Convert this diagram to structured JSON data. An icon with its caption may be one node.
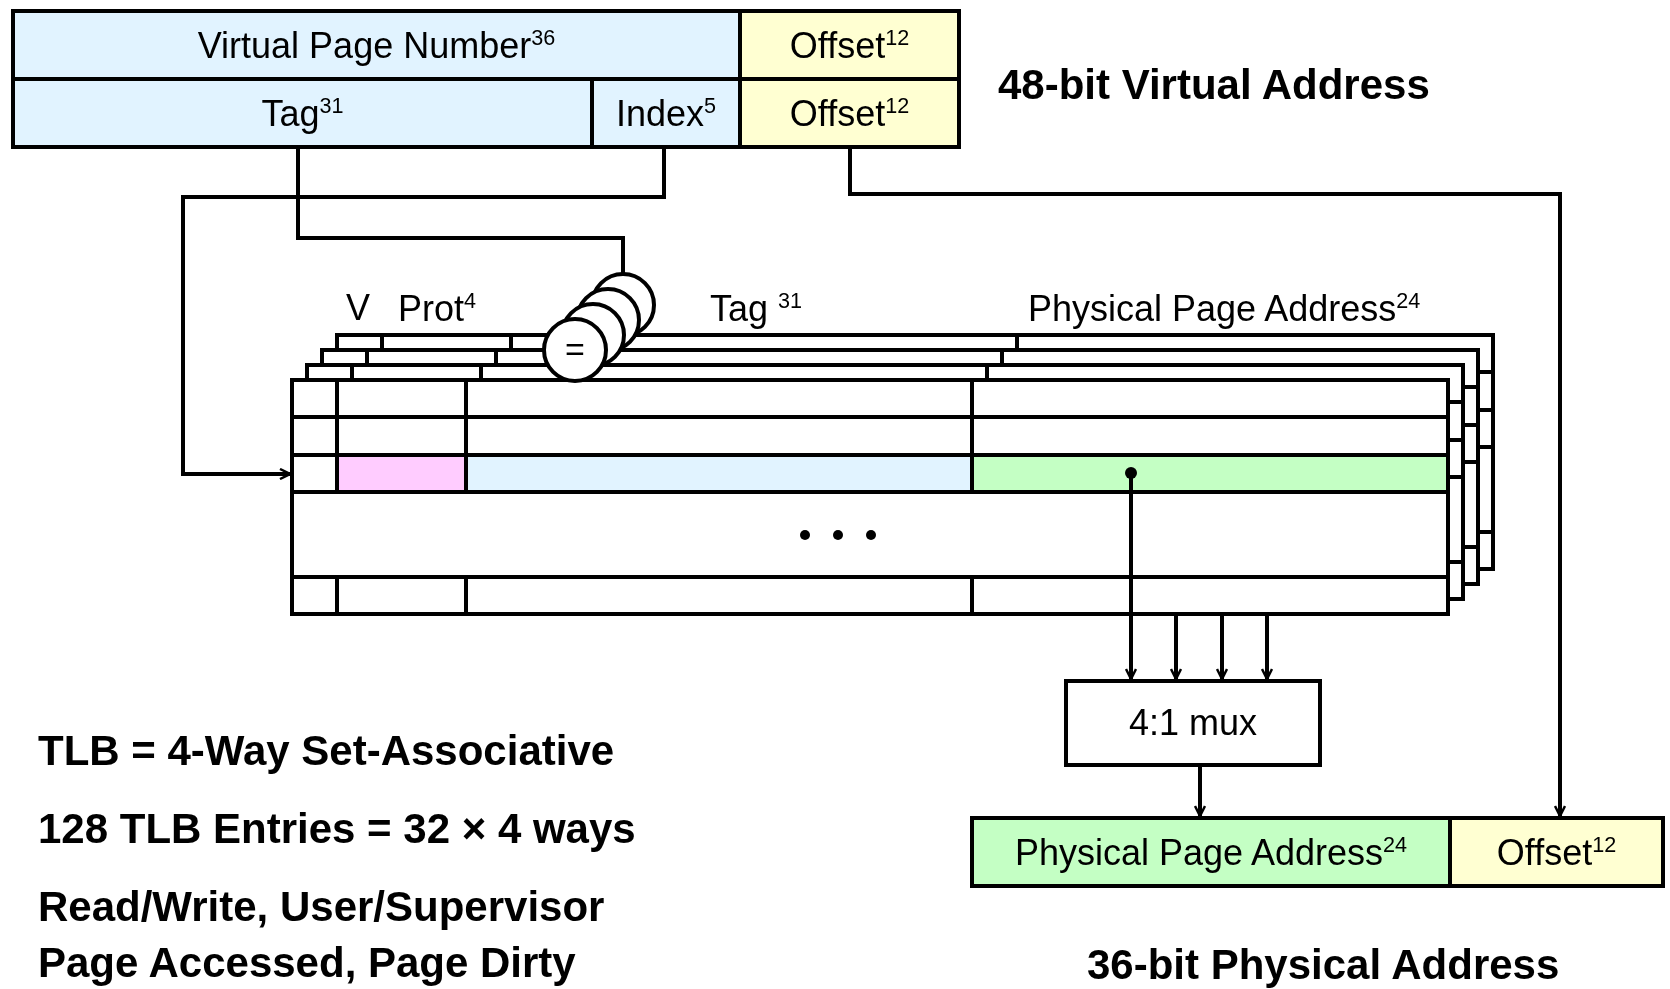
{
  "diagram": {
    "nodes": [
      {
        "text": [
          "Virtual Page Number$^{36}$"
        ]
      },
      {
        "text": [
          "Offset$^{12}$"
        ]
      },
      {
        "text": [
          "Tag$^{31}$"
        ]
      },
      {
        "text": [
          "Index$^{5}$"
        ]
      },
      {
        "text": [
          "Offset$^{12}$"
        ]
      },
      {
        "text": [
          "="
        ]
      },
      {
        "text": [],
        "shape": "box"
      },
      {
        "text": [
          "4:1 mux"
        ]
      },
      {
        "text": [
          "Physical Page Address$^{24}$"
        ]
      },
      {
        "text": [
          "Offset$^{12}$"
        ]
      }
    ],
    "edges": [
      {
        "from": 2,
        "to": 5,
        "arrow": "none"
      },
      {
        "from": 3,
        "to": 6,
        "arrow": "to"
      },
      {
        "from": 4,
        "to": 9,
        "arrow": "to"
      },
      {
        "from": 6,
        "to": 7,
        "arrow": "to"
      },
      {
        "from": 6,
        "to": 7,
        "arrow": "to"
      },
      {
        "from": 6,
        "to": 7,
        "arrow": "to"
      },
      {
        "from": 6,
        "to": 7,
        "arrow": "to"
      },
      {
        "from": 7,
        "to": 8,
        "arrow": "to"
      }
    ],
    "labels": [
      "48-bit Virtual Address",
      "V",
      "Prot$^{4}$",
      "Tag $^{31}$",
      "Physical Page Address$^{24}$",
      "TLB = 4-Way Set-Associative",
      "128 TLB Entries = 32 × 4 ways",
      "Read/Write, User/Supervisor",
      "Page Accessed, Page Dirty",
      "36-bit Physical Address"
    ]
  }
}
